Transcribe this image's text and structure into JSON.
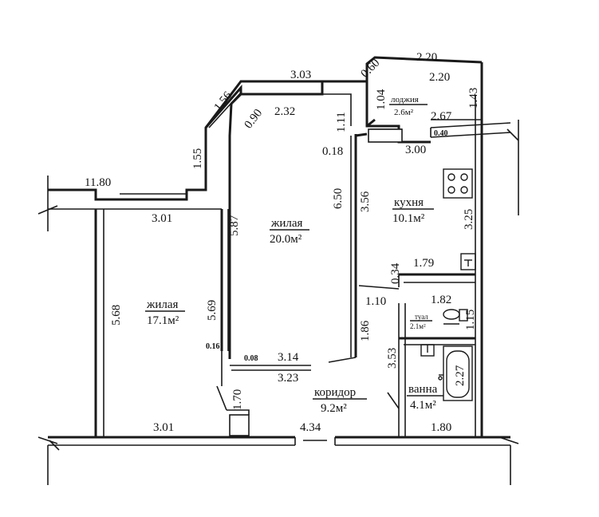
{
  "plan": {
    "rooms": [
      {
        "id": "living1",
        "name": "жилая",
        "area": "17.1м²"
      },
      {
        "id": "living2",
        "name": "жилая",
        "area": "20.0м²"
      },
      {
        "id": "kitchen",
        "name": "кухня",
        "area": "10.1м²"
      },
      {
        "id": "loggia",
        "name": "лоджия",
        "area": "2.6м²"
      },
      {
        "id": "toilet",
        "name": "туал",
        "area": "2.1м²"
      },
      {
        "id": "bath",
        "name": "ванна",
        "area": "4.1м²"
      },
      {
        "id": "corridor",
        "name": "коридор",
        "area": "9.2м²"
      }
    ],
    "dimensions": {
      "d_11_80": "11.80",
      "d_1_55": "1.55",
      "d_1_56": "1.56",
      "d_3_03": "3.03",
      "d_0_60": "0.60",
      "d_2_20_top": "2.20",
      "d_2_20_in": "2.20",
      "d_1_43": "1.43",
      "d_1_04": "1.04",
      "d_2_67": "2.67",
      "d_0_40": "0.40",
      "d_3_00": "3.00",
      "d_0_90": "0.90",
      "d_2_32": "2.32",
      "d_1_11": "1.11",
      "d_0_18": "0.18",
      "d_6_50": "6.50",
      "d_3_56": "3.56",
      "d_3_25": "3.25",
      "d_5_87": "5.87",
      "d_3_01_top": "3.01",
      "d_5_68": "5.68",
      "d_5_69": "5.69",
      "d_0_16": "0.16",
      "d_0_08": "0.08",
      "d_3_14": "3.14",
      "d_3_23": "3.23",
      "d_1_70": "1.70",
      "d_3_01_bot": "3.01",
      "d_4_34": "4.34",
      "d_1_79": "1.79",
      "d_0_34": "0.34",
      "d_1_10": "1.10",
      "d_1_86": "1.86",
      "d_1_82": "1.82",
      "d_1_15": "1.15",
      "d_3_53": "3.53",
      "d_2_27": "2.27",
      "d_1_80": "1.80"
    }
  }
}
